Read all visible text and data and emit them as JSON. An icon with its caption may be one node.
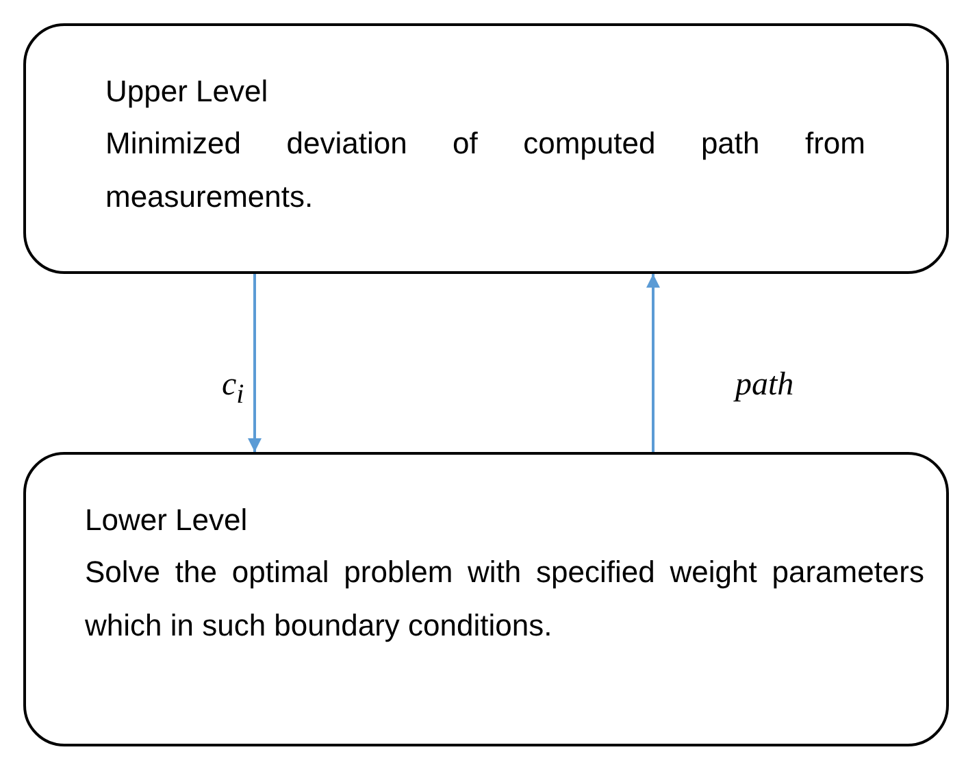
{
  "diagram": {
    "nodes": [
      {
        "text": [
          "Upper Level",
          "Minimized deviation of computed path from measurements."
        ]
      },
      {
        "text": [
          "Lower Level",
          "Solve the optimal problem with specified weight parameters which in such boundary conditions."
        ]
      }
    ],
    "edges": [
      {
        "from": 0,
        "to": 1,
        "arrow": "to",
        "label": "c$_{i}$"
      },
      {
        "from": 1,
        "to": 0,
        "arrow": "to",
        "label": "path"
      }
    ]
  }
}
